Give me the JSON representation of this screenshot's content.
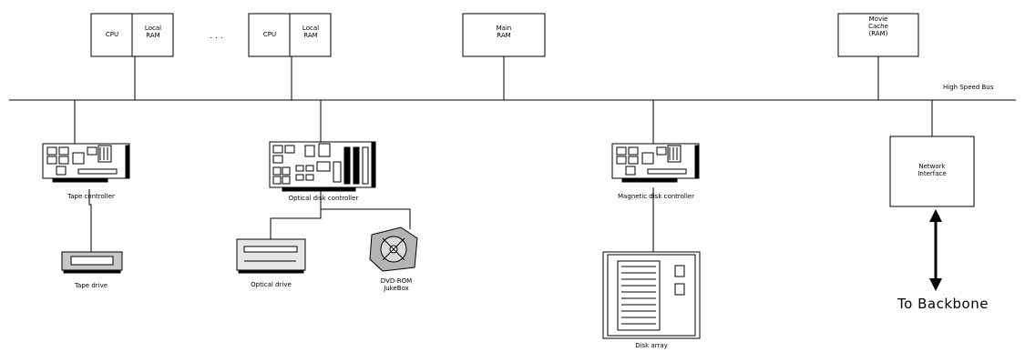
{
  "diagram": {
    "top_nodes": {
      "cpu1": "CPU",
      "local_ram1": [
        "Local",
        "RAM"
      ],
      "ellipsis": ". . .",
      "cpu2": "CPU",
      "local_ram2": [
        "Local",
        "RAM"
      ],
      "main_ram": [
        "Main",
        "RAM"
      ],
      "movie_cache": [
        "Movie",
        "Cache",
        "(RAM)"
      ]
    },
    "bus_label": "High Speed Bus",
    "controllers": {
      "tape": "Tape controller",
      "optical": "Optical disk controller",
      "magnetic": "Magnetic disk controller"
    },
    "network_interface": [
      "Network",
      "Interface"
    ],
    "devices": {
      "tape_drive": "Tape drive",
      "optical_drive": "Optical drive",
      "dvd_jukebox": [
        "DVD-ROM",
        "JukeBox"
      ],
      "disk_array": "Disk array"
    },
    "backbone_label": "To Backbone",
    "colors": {
      "line": "#000000",
      "fill": "#ffffff",
      "device_gray": "#c8c8c8"
    }
  }
}
